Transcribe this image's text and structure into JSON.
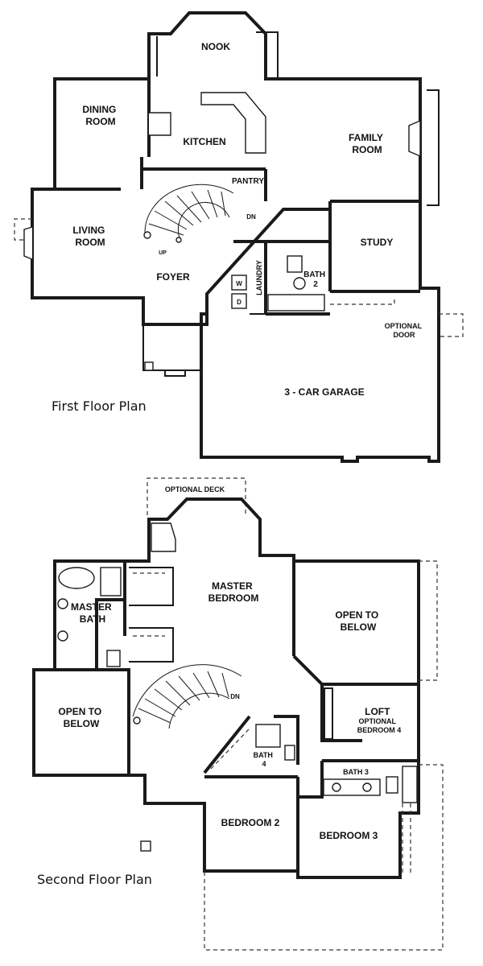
{
  "first_floor": {
    "caption": "First Floor Plan",
    "rooms": {
      "nook": "NOOK",
      "dining_room": [
        "DINING",
        "ROOM"
      ],
      "kitchen": "KITCHEN",
      "family_room": [
        "FAMILY",
        "ROOM"
      ],
      "pantry": "PANTRY",
      "living_room": [
        "LIVING",
        "ROOM"
      ],
      "study": "STUDY",
      "foyer": "FOYER",
      "laundry": "LAUNDRY",
      "bath_2": [
        "BATH",
        "2"
      ],
      "garage": "3 - CAR GARAGE"
    },
    "notes": {
      "up": "UP",
      "dn": "DN",
      "washer": "W",
      "dryer": "D",
      "optional_door": [
        "OPTIONAL",
        "DOOR"
      ]
    }
  },
  "second_floor": {
    "caption": "Second Floor Plan",
    "rooms": {
      "optional_deck": "OPTIONAL DECK",
      "master_bedroom": [
        "MASTER",
        "BEDROOM"
      ],
      "master_bath": [
        "MASTER",
        "BATH"
      ],
      "open_to_below_right": [
        "OPEN TO",
        "BELOW"
      ],
      "open_to_below_left": [
        "OPEN TO",
        "BELOW"
      ],
      "loft": [
        "LOFT",
        "OPTIONAL",
        "BEDROOM 4"
      ],
      "bath_4": [
        "BATH",
        "4"
      ],
      "bath_3": "BATH 3",
      "bedroom_2": "BEDROOM 2",
      "bedroom_3": "BEDROOM 3"
    },
    "notes": {
      "dn": "DN"
    }
  }
}
